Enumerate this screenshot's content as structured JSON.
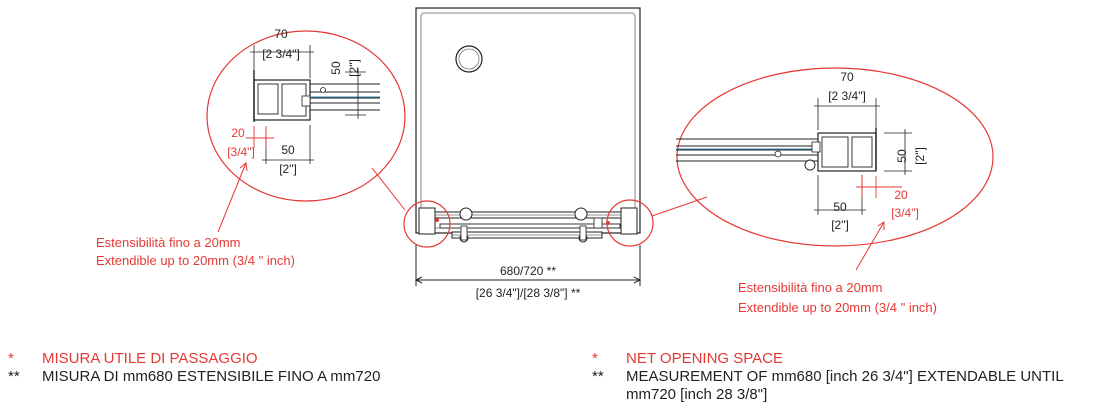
{
  "dimensions": {
    "left_detail": {
      "width": "70",
      "width_in": "[2 3/4\"]",
      "depth": "50",
      "depth_in": "[2\"]",
      "extend": "20",
      "extend_in": "[3/4\"]",
      "bottom": "50",
      "bottom_in": "[2\"]"
    },
    "right_detail": {
      "width": "70",
      "width_in": "[2 3/4\"]",
      "depth": "50",
      "depth_in": "[2\"]",
      "extend": "20",
      "extend_in": "[3/4\"]",
      "bottom": "50",
      "bottom_in": "[2\"]"
    },
    "overall_mm": "680/720 **",
    "overall_in": "[26 3/4\"]/[28 3/8\"] **"
  },
  "notes": {
    "left_line1": "Estensibilità fino a 20mm",
    "left_line2": "Extendible up to 20mm (3/4 \" inch)",
    "right_line1": "Estensibilità fino a 20mm",
    "right_line2": "Extendible up to 20mm (3/4 \" inch)"
  },
  "legend": {
    "it_star": "*",
    "it_star_text": "MISURA UTILE DI PASSAGGIO",
    "it_dstar": "**",
    "it_dstar_text": "MISURA DI mm680 ESTENSIBILE FINO A mm720",
    "en_star": "*",
    "en_star_text": "NET OPENING SPACE",
    "en_dstar": "**",
    "en_dstar_text_1": "MEASUREMENT OF mm680 [inch 26 3/4\"] EXTENDABLE UNTIL",
    "en_dstar_text_2": "mm720 [inch 28 3/8\"]"
  },
  "colors": {
    "accent_red": "#e53935",
    "line": "#222222"
  }
}
